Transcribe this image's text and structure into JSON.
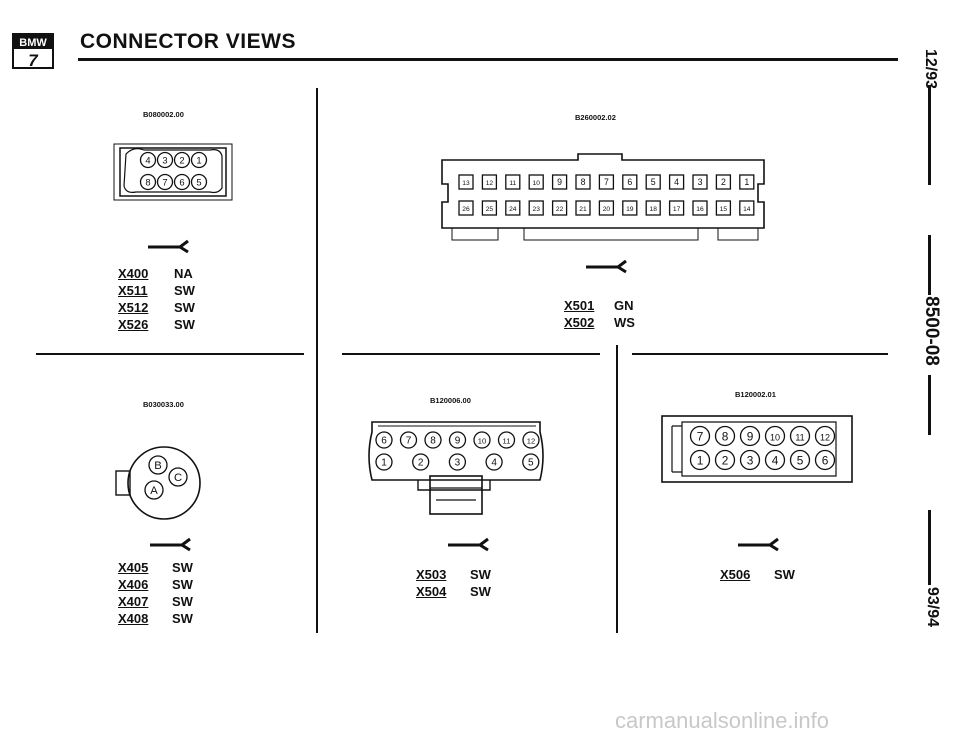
{
  "header": {
    "logo_text": "BMW",
    "logo_series": "7",
    "title": "CONNECTOR VIEWS"
  },
  "side": {
    "date_top": "12/93",
    "page_code": "8500-08",
    "model_year": "93/94"
  },
  "panels": {
    "p1": {
      "part_number": "B080002.00",
      "pins_top": [
        "4",
        "3",
        "2",
        "1"
      ],
      "pins_bottom": [
        "8",
        "7",
        "6",
        "5"
      ],
      "rows": [
        {
          "connector": "X400",
          "color": "NA"
        },
        {
          "connector": "X511",
          "color": "SW"
        },
        {
          "connector": "X512",
          "color": "SW"
        },
        {
          "connector": "X526",
          "color": "SW"
        }
      ]
    },
    "p2": {
      "part_number": "B260002.02",
      "pins_top": [
        "13",
        "12",
        "11",
        "10",
        "9",
        "8",
        "7",
        "6",
        "5",
        "4",
        "3",
        "2",
        "1"
      ],
      "pins_bottom": [
        "26",
        "25",
        "24",
        "23",
        "22",
        "21",
        "20",
        "19",
        "18",
        "17",
        "16",
        "15",
        "14"
      ],
      "rows": [
        {
          "connector": "X501",
          "color": "GN"
        },
        {
          "connector": "X502",
          "color": "WS"
        }
      ]
    },
    "p3": {
      "part_number": "B030033.00",
      "pins": [
        "B",
        "C",
        "A"
      ],
      "rows": [
        {
          "connector": "X405",
          "color": "SW"
        },
        {
          "connector": "X406",
          "color": "SW"
        },
        {
          "connector": "X407",
          "color": "SW"
        },
        {
          "connector": "X408",
          "color": "SW"
        }
      ]
    },
    "p4": {
      "part_number": "B120006.00",
      "pins_top": [
        "6",
        "7",
        "8",
        "9",
        "10",
        "11",
        "12"
      ],
      "pins_bottom": [
        "1",
        "2",
        "3",
        "4",
        "5"
      ],
      "rows": [
        {
          "connector": "X503",
          "color": "SW"
        },
        {
          "connector": "X504",
          "color": "SW"
        }
      ]
    },
    "p5": {
      "part_number": "B120002.01",
      "pins_top": [
        "7",
        "8",
        "9",
        "10",
        "11",
        "12"
      ],
      "pins_bottom": [
        "1",
        "2",
        "3",
        "4",
        "5",
        "6"
      ],
      "rows": [
        {
          "connector": "X506",
          "color": "SW"
        }
      ]
    }
  },
  "watermark": "carmanualsonline.info"
}
